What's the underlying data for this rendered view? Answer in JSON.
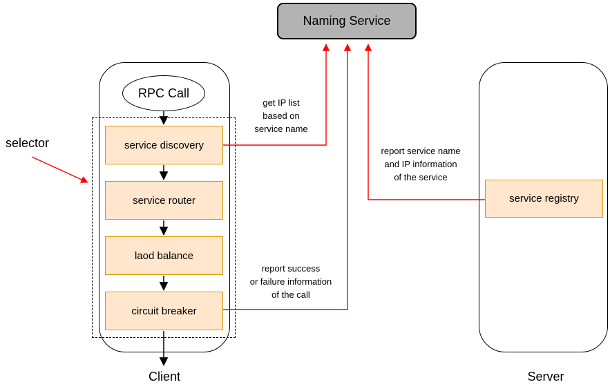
{
  "colors": {
    "box_fill": "#ffe6cc",
    "box_stroke": "#d79b00",
    "naming_fill": "#b3b3b3",
    "arrow_red": "#ff0000",
    "line_black": "#000000"
  },
  "naming_service": {
    "label": "Naming Service"
  },
  "client": {
    "label": "Client",
    "rpc_call_label": "RPC Call",
    "selector_label": "selector",
    "stages": [
      {
        "label": "service discovery"
      },
      {
        "label": "service router"
      },
      {
        "label": "laod balance"
      },
      {
        "label": "circuit breaker"
      }
    ]
  },
  "server": {
    "label": "Server",
    "registry_label": "service registry"
  },
  "edge_labels": {
    "get_ip": "get IP list\nbased on\nservice name",
    "report_call": "report success\nor failure information\nof the call",
    "report_service": "report service name\nand IP information\nof the service"
  }
}
